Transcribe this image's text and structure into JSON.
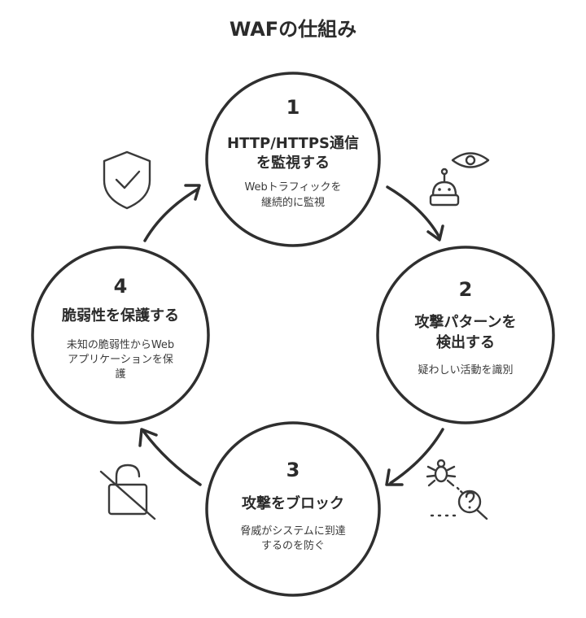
{
  "title": "WAFの仕組み",
  "steps": [
    {
      "number": "1",
      "heading": [
        "HTTP/HTTPS通信",
        "を監視する"
      ],
      "description": [
        "Webトラフィックを",
        "継続的に監視"
      ]
    },
    {
      "number": "2",
      "heading": [
        "攻撃パターンを",
        "検出する"
      ],
      "description": [
        "疑わしい活動を識別"
      ]
    },
    {
      "number": "3",
      "heading": [
        "攻撃をブロック"
      ],
      "description": [
        "脅威がシステムに到達",
        "するのを防ぐ"
      ]
    },
    {
      "number": "4",
      "heading": [
        "脆弱性を保護する"
      ],
      "description": [
        "未知の脆弱性からWeb",
        "アプリケーションを保",
        "護"
      ]
    }
  ],
  "icons": {
    "step1": "eye-robot-icon",
    "step2": "bug-magnifier-icon",
    "step3": "unlocked-padlock-icon",
    "step4": "shield-check-icon"
  }
}
